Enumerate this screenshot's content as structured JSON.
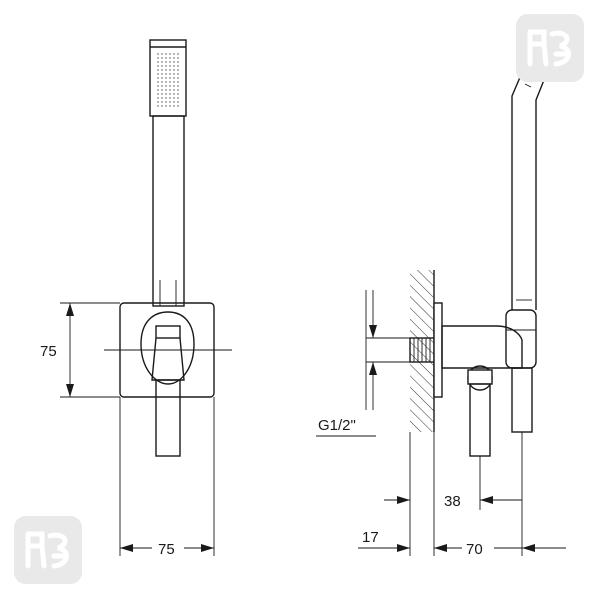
{
  "dimensions": {
    "front_height": "75",
    "front_width": "75",
    "thread": "G1/2\"",
    "projection_inlet": "38",
    "wall_offset": "17",
    "projection_total": "70"
  },
  "watermark": {
    "logo_icon": "brand-logo-icon",
    "color": "#e9e9e9"
  }
}
